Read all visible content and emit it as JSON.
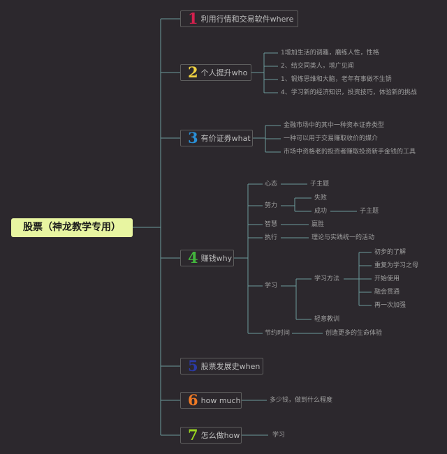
{
  "root": "股票（神龙教学专用）",
  "colors": {
    "background": "#2c282d",
    "line": "#6b9a9a",
    "root_fill": "#e8f5a1",
    "n1": "#d4204e",
    "n2": "#f0d241",
    "n3": "#2a8fd6",
    "n4": "#43b53d",
    "n5": "#2b3aa5",
    "n6": "#f07a25",
    "n7": "#99d41f"
  },
  "branches": [
    {
      "num": "1",
      "label": "利用行情和交易软件where"
    },
    {
      "num": "2",
      "label": "个人提升who"
    },
    {
      "num": "3",
      "label": "有价证券what"
    },
    {
      "num": "4",
      "label": "赚钱why"
    },
    {
      "num": "5",
      "label": "股票发展史when"
    },
    {
      "num": "6",
      "label": "how  much"
    },
    {
      "num": "7",
      "label": "怎么做how"
    }
  ],
  "b2_items": [
    "1增加生活的调趣，磨练人性，性格",
    "2、结交同类人，增广见闻",
    "1、锻炼思维和大脑，老年有事做不生锈",
    "4、学习新的经济知识，投资技巧，体验新的挑战"
  ],
  "b3_items": [
    "金融市场中的其中一种资本证券类型",
    "一种可以用于交易赚取收价的媒介",
    "市场中资格老的投资者赚取投资新手金钱的工具"
  ],
  "b4": {
    "mind": "心态",
    "mind_child": "子主题",
    "effort": "努力",
    "effort_fail": "失败",
    "effort_success": "成功",
    "effort_success_child": "子主题",
    "wisdom": "智慧",
    "wisdom_child": "嬴胜",
    "action": "执行",
    "action_child": "理论与实践统一的活动",
    "study": "学习",
    "method": "学习方法",
    "method_children": [
      "初步的了解",
      "重复为学习之母",
      "开始使用",
      "融会贯通",
      "再一次加强"
    ],
    "lesson": "轻意教训",
    "save_time": "节约时间",
    "save_time_child": "创造更多的生命体验"
  },
  "b6_child": "多少钱，做到什么程度",
  "b7_child": "学习"
}
